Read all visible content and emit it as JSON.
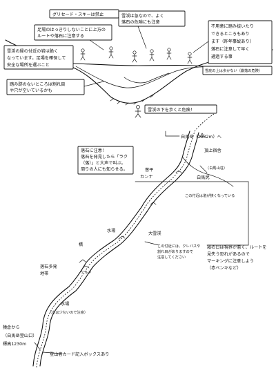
{
  "top": {
    "labels": [
      {
        "id": "glissade",
        "lines": [
          "グリセード・スキーは禁止"
        ]
      },
      {
        "id": "traverse",
        "lines": [
          "足場のはっきりしないことに上方の",
          "ルートや落石に注意する"
        ]
      },
      {
        "id": "snowbridge",
        "lines": [
          "雪渓は急なので、よく",
          "落石の危険にも注意"
        ]
      },
      {
        "id": "unstable",
        "lines": [
          "不用意に踏み抜いたり",
          "できるところもあり",
          "ます（昨年事故あり）",
          "落石に注意して早く",
          "通過する事"
        ]
      },
      {
        "id": "edge",
        "lines": [
          "雪渓の縁の付近の岩は脆く",
          "なっています。足場を確保して",
          "安全な場所を選ぶこと"
        ]
      },
      {
        "id": "crevasse",
        "lines": [
          "踏み跡のないところは割れ目",
          "や穴が空いているかも"
        ]
      },
      {
        "id": "below",
        "lines": [
          "雪渓の下を歩くと危険！"
        ]
      },
      {
        "id": "cornice",
        "lines": [
          "雪庇の上は歩かない（崩落の危険）"
        ]
      }
    ]
  },
  "map": {
    "labels": [
      {
        "id": "peak",
        "lines": [
          "白馬岳（2932m）へ"
        ]
      },
      {
        "id": "hut",
        "lines": [
          "頂上宿舎"
        ]
      },
      {
        "id": "hutnote",
        "lines": [
          "（白馬山荘）"
        ]
      },
      {
        "id": "rockfall",
        "lines": [
          "落石に注意！",
          "落石を発見したら「ラク",
          "（落）」と大声で叫ぶ。",
          "周りの人にも知らせる。"
        ]
      },
      {
        "id": "hakuba_jiri",
        "lines": [
          "白馬尻"
        ]
      },
      {
        "id": "uneven",
        "lines": [
          "この付近は道が狭くなっている"
        ]
      },
      {
        "id": "katsu",
        "lines": [
          "葱平"
        ]
      },
      {
        "id": "kanna",
        "lines": [
          "カンナ"
        ]
      },
      {
        "id": "oyu",
        "lines": [
          "大雪渓"
        ]
      },
      {
        "id": "fog",
        "lines": [
          "霧の日は視界が悪く、ルートを",
          "見失う恐れがあるので",
          "マーキングに注意しよう",
          "（赤ペンキなど）"
        ]
      },
      {
        "id": "mizu",
        "lines": [
          "水場"
        ]
      },
      {
        "id": "crevasse2",
        "lines": [
          "この付近には、クレバスや",
          "割れ目がありますので",
          "注意してください"
        ]
      },
      {
        "id": "kaiyo",
        "lines": [
          "落石多発",
          "地帯"
        ]
      },
      {
        "id": "hashira",
        "lines": [
          "橋"
        ]
      },
      {
        "id": "uturu",
        "lines": [
          "ケルン"
        ]
      },
      {
        "id": "suisho",
        "lines": [
          "水場"
        ]
      },
      {
        "id": "suishonote",
        "lines": [
          "（水は少ないので注意）"
        ]
      },
      {
        "id": "sanzan",
        "lines": [
          "猿倉から",
          "（白馬岳登山口）",
          "標高1230m"
        ]
      },
      {
        "id": "tozan",
        "lines": [
          "登山者カード記入ボックスあり"
        ]
      }
    ]
  }
}
